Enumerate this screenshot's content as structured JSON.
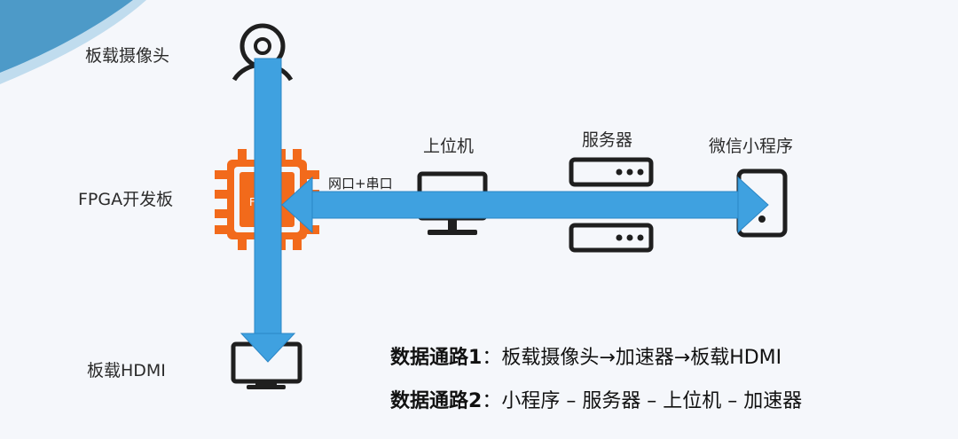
{
  "nodes": {
    "camera": "板载摄像头",
    "fpga": "FPGA开发板",
    "hdmi": "板载HDMI",
    "host": "上位机",
    "server": "服务器",
    "miniapp": "微信小程序"
  },
  "link_label": "网口+串口",
  "chip_text": "F",
  "paths": [
    {
      "title": "数据通路1",
      "sep": "：",
      "desc": "板载摄像头→加速器→板载HDMI"
    },
    {
      "title": "数据通路2",
      "sep": "：",
      "desc": "小程序 – 服务器 – 上位机 – 加速器"
    }
  ],
  "colors": {
    "arrow": "#3fa1e0",
    "arrow_edge": "#2a86c6",
    "chip": "#f26a1b",
    "icon": "#1f1f1f",
    "corner_band": "#3b8fc2"
  }
}
